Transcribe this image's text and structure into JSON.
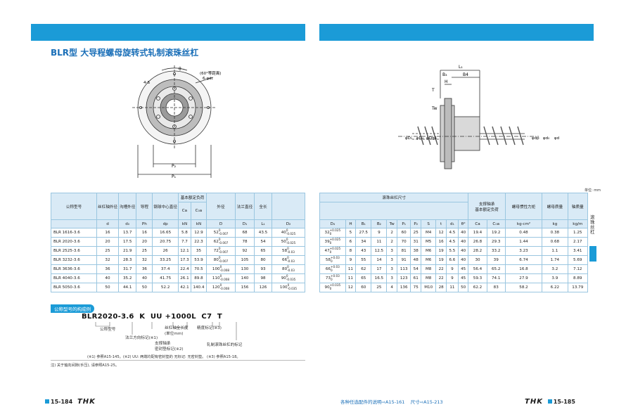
{
  "left": {
    "title": "BLR型 大导程螺母旋转式轧制滚珠丝杠",
    "drawing_labels": {
      "theta": "θ",
      "angle": "(60°等距离)",
      "holes": "6-φd₁",
      "screws": "4-S",
      "p2": "P₂",
      "p1": "P₁"
    },
    "table": {
      "headers": {
        "model": "公称型号",
        "shaft_dia": "丝杠轴外径",
        "ball_center": "沟槽外径",
        "lead": "导程",
        "thread_center": "钢球中心直径",
        "basic_load": "基本额定负荷",
        "ca": "Ca",
        "c0a": "C₀a",
        "outer": "外径",
        "flange": "法兰直径",
        "length": "全长",
        "d": "d",
        "d0": "d₀",
        "ph": "Ph",
        "dp": "dp",
        "kn1": "kN",
        "kn2": "kN",
        "D": "D",
        "D1": "D₁",
        "L1": "L₁",
        "Dr": "D₂"
      },
      "rows": [
        {
          "model": "BLR 1616-3.6",
          "d": "16",
          "d0": "13.7",
          "ph": "16",
          "dp": "16.65",
          "ca": "5.8",
          "c0a": "12.9",
          "D": "52",
          "D_tol": [
            "0",
            "-0.007"
          ],
          "D1": "68",
          "L1": "43.5",
          "Dr": "40",
          "Dr_tol": [
            "0",
            "-0.025"
          ]
        },
        {
          "model": "BLR 2020-3.6",
          "d": "20",
          "d0": "17.5",
          "ph": "20",
          "dp": "20.75",
          "ca": "7.7",
          "c0a": "22.3",
          "D": "62",
          "D_tol": [
            "0",
            "-0.007"
          ],
          "D1": "78",
          "L1": "54",
          "Dr": "50",
          "Dr_tol": [
            "0",
            "-0.025"
          ]
        },
        {
          "model": "BLR 2525-3.6",
          "d": "25",
          "d0": "21.9",
          "ph": "25",
          "dp": "26",
          "ca": "12.1",
          "c0a": "35",
          "D": "72",
          "D_tol": [
            "0",
            "-0.007"
          ],
          "D1": "92",
          "L1": "65",
          "Dr": "58",
          "Dr_tol": [
            "0",
            "-0.03"
          ]
        },
        {
          "model": "BLR 3232-3.6",
          "d": "32",
          "d0": "28.3",
          "ph": "32",
          "dp": "33.25",
          "ca": "17.3",
          "c0a": "53.9",
          "D": "80",
          "D_tol": [
            "0",
            "-0.007"
          ],
          "D1": "105",
          "L1": "80",
          "Dr": "66",
          "Dr_tol": [
            "0",
            "-0.03"
          ]
        },
        {
          "model": "BLR 3636-3.6",
          "d": "36",
          "d0": "31.7",
          "ph": "36",
          "dp": "37.4",
          "ca": "22.4",
          "c0a": "70.5",
          "D": "100",
          "D_tol": [
            "0",
            "-0.008"
          ],
          "D1": "130",
          "L1": "93",
          "Dr": "80",
          "Dr_tol": [
            "0",
            "-0.03"
          ]
        },
        {
          "model": "BLR 4040-3.6",
          "d": "40",
          "d0": "35.2",
          "ph": "40",
          "dp": "41.75",
          "ca": "26.1",
          "c0a": "89.8",
          "D": "110",
          "D_tol": [
            "0",
            "-0.008"
          ],
          "D1": "140",
          "L1": "98",
          "Dr": "90",
          "Dr_tol": [
            "0",
            "-0.035"
          ]
        },
        {
          "model": "BLR 5050-3.6",
          "d": "50",
          "d0": "44.1",
          "ph": "50",
          "dp": "52.2",
          "ca": "42.1",
          "c0a": "140.4",
          "D": "120",
          "D_tol": [
            "0",
            "-0.008"
          ],
          "D1": "156",
          "L1": "126",
          "Dr": "100",
          "Dr_tol": [
            "0",
            "-0.035"
          ]
        }
      ]
    },
    "composition": {
      "pill": "公称型号的构成例",
      "code": "BLR2020-3.6  K  UU +1000L  C7  T",
      "labels": {
        "model": "公称型号",
        "flange": "法兰方向标记(※1)",
        "length": "丝杠轴全长度\n(单位mm)",
        "accuracy": "精度标记(※3)",
        "seal": "支撑轴承\n密封垫标记(※2)",
        "rolled": "轧制滚珠丝杠的标记"
      },
      "refs": "(※1) 参照A15-145。(※2) UU: 两端均配有密封垫的 无标记: 无密封垫。 (※3) 参照A15-18。"
    },
    "note": "注) 关于轴向间隙(手压), 请参照A15-25。",
    "page": "15-184",
    "brand": "THK"
  },
  "right": {
    "drawing_labels": {
      "L1": "L₁",
      "B4": "B4",
      "B3": "B₃",
      "H": "H",
      "T": "T",
      "Tw": "Tw",
      "D1": "φD₁",
      "D4": "φD₄",
      "Dg": "φDg6",
      "dp": "φdp",
      "d0": "φd₀",
      "d": "φd"
    },
    "unit": "单位: mm",
    "table": {
      "header_group": "滚珠丝杠尺寸",
      "load_header": "支撑轴承\n基本额定负荷",
      "headers": [
        "D₄",
        "H",
        "B₁",
        "B₂",
        "Tw",
        "P₁",
        "P₂",
        "S",
        "t",
        "d₁",
        "θ°",
        "Ca\nkN",
        "C₀a\nkN",
        "kg·cm²",
        "kg",
        "kg/m"
      ],
      "extra_headers": {
        "inertia": "螺母惯性力矩",
        "nut_mass": "螺母质量",
        "shaft_mass": "轴质量"
      },
      "rows": [
        {
          "D4": "32",
          "D4_tol": [
            "+0.025",
            "0"
          ],
          "H": "5",
          "B1": "27.5",
          "B2": "9",
          "Tw": "2",
          "P1": "60",
          "P2": "25",
          "S": "M4",
          "t": "12",
          "d1": "4.5",
          "th": "40",
          "ca": "19.4",
          "c0a": "19.2",
          "inertia": "0.48",
          "nm": "0.38",
          "sm": "1.25"
        },
        {
          "D4": "39",
          "D4_tol": [
            "+0.025",
            "0"
          ],
          "H": "6",
          "B1": "34",
          "B2": "11",
          "Tw": "2",
          "P1": "70",
          "P2": "31",
          "S": "M5",
          "t": "16",
          "d1": "4.5",
          "th": "40",
          "ca": "26.8",
          "c0a": "29.3",
          "inertia": "1.44",
          "nm": "0.68",
          "sm": "2.17"
        },
        {
          "D4": "47",
          "D4_tol": [
            "+0.025",
            "0"
          ],
          "H": "8",
          "B1": "43",
          "B2": "12.5",
          "Tw": "3",
          "P1": "81",
          "P2": "38",
          "S": "M6",
          "t": "19",
          "d1": "5.5",
          "th": "40",
          "ca": "28.2",
          "c0a": "33.2",
          "inertia": "3.23",
          "nm": "1.1",
          "sm": "3.41"
        },
        {
          "D4": "58",
          "D4_tol": [
            "+0.03",
            "0"
          ],
          "H": "9",
          "B1": "55",
          "B2": "14",
          "Tw": "3",
          "P1": "91",
          "P2": "48",
          "S": "M6",
          "t": "19",
          "d1": "6.6",
          "th": "40",
          "ca": "30",
          "c0a": "39",
          "inertia": "6.74",
          "nm": "1.74",
          "sm": "5.69"
        },
        {
          "D4": "66",
          "D4_tol": [
            "+0.03",
            "0"
          ],
          "H": "11",
          "B1": "62",
          "B2": "17",
          "Tw": "3",
          "P1": "113",
          "P2": "54",
          "S": "M8",
          "t": "22",
          "d1": "9",
          "th": "45",
          "ca": "56.4",
          "c0a": "65.2",
          "inertia": "16.8",
          "nm": "3.2",
          "sm": "7.12"
        },
        {
          "D4": "73",
          "D4_tol": [
            "+0.03",
            "0"
          ],
          "H": "11",
          "B1": "65",
          "B2": "16.5",
          "Tw": "3",
          "P1": "123",
          "P2": "61",
          "S": "M8",
          "t": "22",
          "d1": "9",
          "th": "45",
          "ca": "59.3",
          "c0a": "74.1",
          "inertia": "27.9",
          "nm": "3.9",
          "sm": "8.89"
        },
        {
          "D4": "90",
          "D4_tol": [
            "+0.035",
            "0"
          ],
          "H": "12",
          "B1": "60",
          "B2": "25",
          "Tw": "4",
          "P1": "136",
          "P2": "75",
          "S": "M10",
          "t": "28",
          "d1": "11",
          "th": "50",
          "ca": "62.2",
          "c0a": "83",
          "inertia": "58.2",
          "nm": "6.22",
          "sm": "13.79"
        }
      ]
    },
    "side_text": "滚珠丝杠",
    "footer_link": "各种任选配件的说明⇨A15-161    尺寸⇨A15-213",
    "page": "15-185",
    "brand": "THK"
  }
}
